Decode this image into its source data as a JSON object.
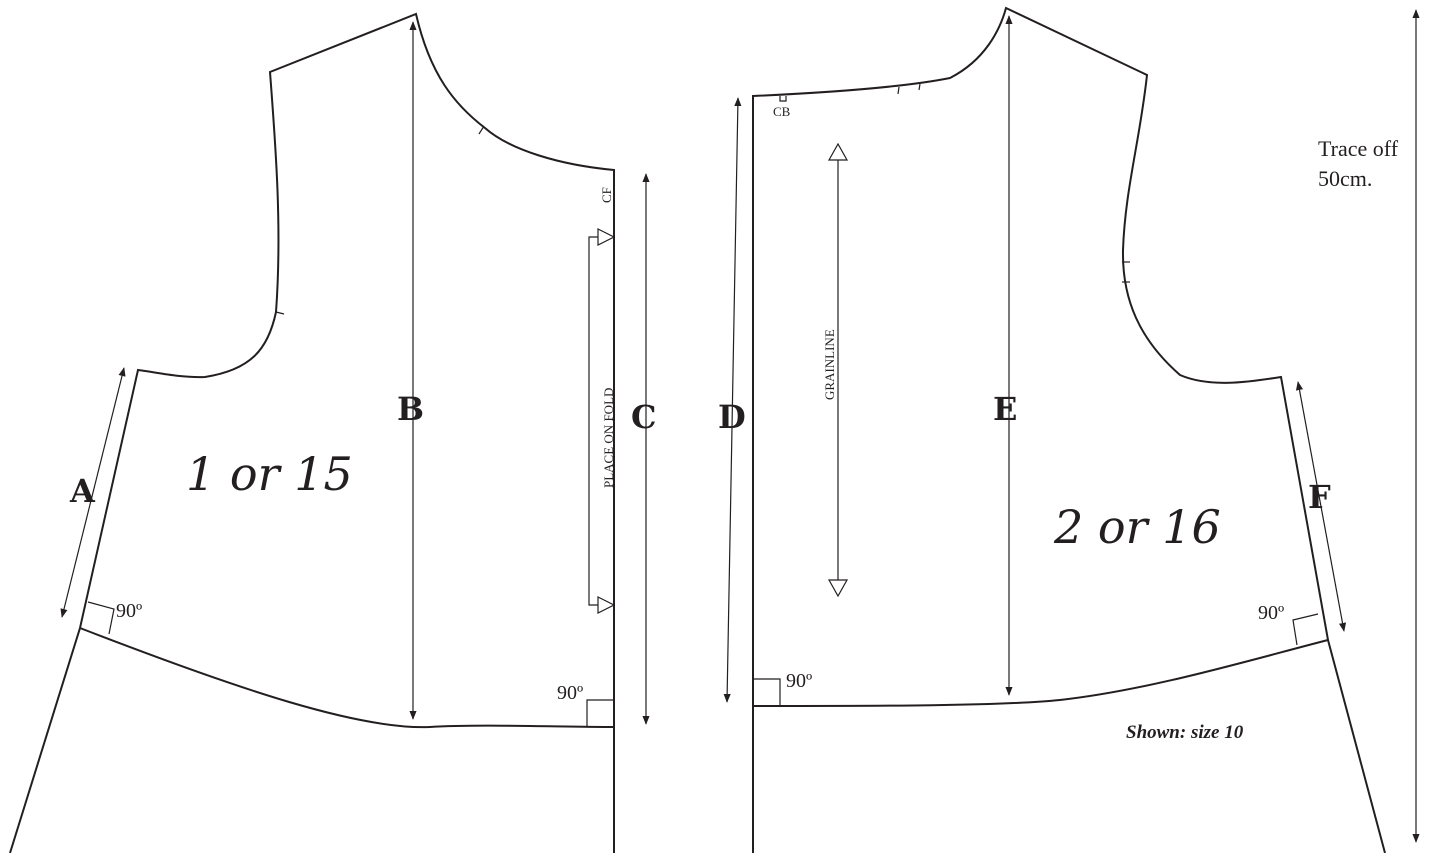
{
  "front_piece": {
    "number": "1 or 15",
    "fold_label": "PLACE ON FOLD",
    "cf_label": "CF",
    "measure_a": "A",
    "measure_b": "B",
    "measure_c": "C",
    "angle_side": "90º",
    "angle_cf": "90º"
  },
  "back_piece": {
    "number": "2 or 16",
    "grainline_label": "GRAINLINE",
    "cb_label": "CB",
    "measure_d": "D",
    "measure_e": "E",
    "measure_f": "F",
    "angle_cb": "90º",
    "angle_side": "90º"
  },
  "notes": {
    "trace_line1": "Trace off",
    "trace_line2": "50cm.",
    "shown_size": "Shown: size 10"
  },
  "colors": {
    "ink": "#231f20",
    "background": "#ffffff"
  }
}
